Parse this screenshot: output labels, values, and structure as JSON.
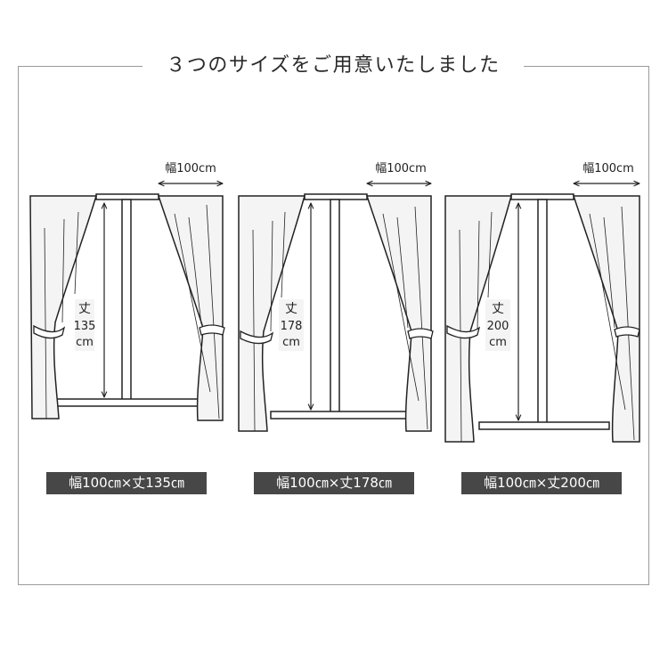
{
  "title": "３つのサイズをご用意いたしました",
  "sizes": [
    {
      "width_label": "幅100cm",
      "height_char": "丈",
      "height_value": "135",
      "height_unit": "cm",
      "caption": "幅100㎝×丈135㎝"
    },
    {
      "width_label": "幅100cm",
      "height_char": "丈",
      "height_value": "178",
      "height_unit": "cm",
      "caption": "幅100㎝×丈178㎝"
    },
    {
      "width_label": "幅100cm",
      "height_char": "丈",
      "height_value": "200",
      "height_unit": "cm",
      "caption": "幅100㎝×丈200㎝"
    }
  ]
}
